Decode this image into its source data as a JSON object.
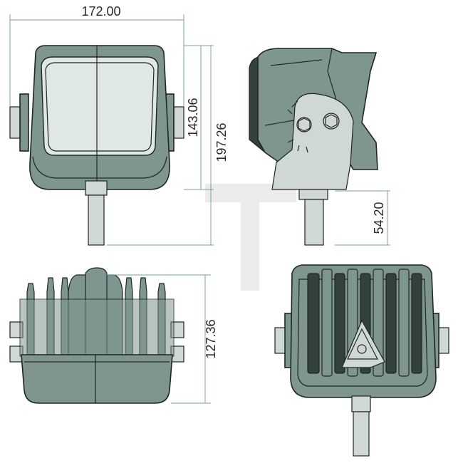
{
  "dimensions": {
    "width": "172.00",
    "lens_height": "143.06",
    "total_height": "197.26",
    "bracket_height": "54.20",
    "depth": "127.36"
  },
  "colors": {
    "housing": "#7f9590",
    "lens": "#dfe8e5",
    "outline": "#1f2624",
    "dimension_line": "#7aa0a0"
  }
}
